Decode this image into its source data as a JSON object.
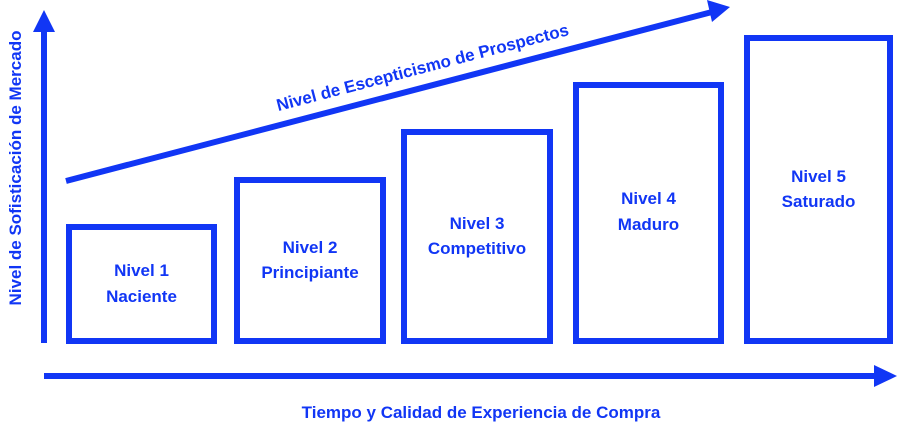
{
  "colors": {
    "accent": "#1136f5",
    "background": "#ffffff"
  },
  "y_axis_label": "Nivel de Sofisticación de Mercado",
  "x_axis_label": "Tiempo y Calidad de Experiencia de Compra",
  "trend_label": "Nivel de Escepticismo de Prospectos",
  "stages": [
    {
      "level": "Nivel 1",
      "name": "Naciente"
    },
    {
      "level": "Nivel 2",
      "name": "Principiante"
    },
    {
      "level": "Nivel 3",
      "name": "Competitivo"
    },
    {
      "level": "Nivel 4",
      "name": "Maduro"
    },
    {
      "level": "Nivel 5",
      "name": "Saturado"
    }
  ]
}
